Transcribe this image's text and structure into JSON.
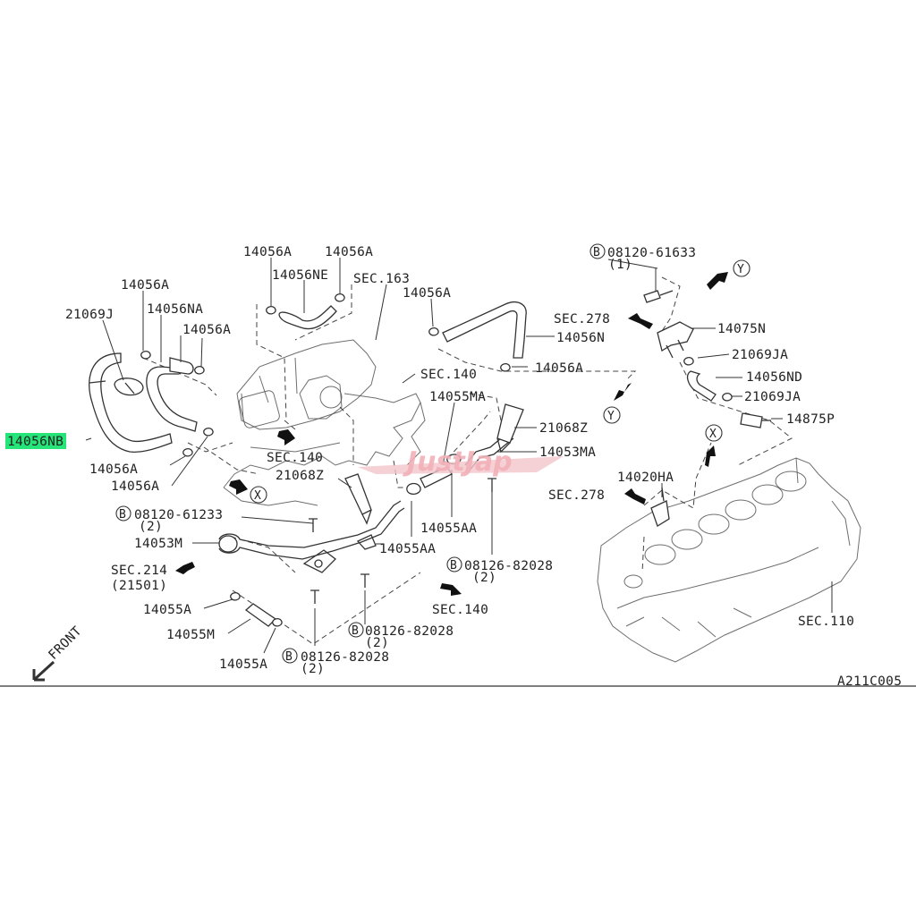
{
  "diagram": {
    "code": "A211C005",
    "front": "FRONT",
    "watermark": "JustJap",
    "highlight_color": "#00e060",
    "labels": {
      "l_14056A_t1": "14056A",
      "l_14056A_t2": "14056A",
      "l_14056NE": "14056NE",
      "l_SEC163": "SEC.163",
      "l_14056A_t3": "14056A",
      "l_14056A_l": "14056A",
      "l_21069J": "21069J",
      "l_14056NA": "14056NA",
      "l_14056A_m": "14056A",
      "l_SEC140_a": "SEC.140",
      "l_14055MA": "14055MA",
      "l_14056A_r": "14056A",
      "l_14056N": "14056N",
      "l_SEC278_a": "SEC.278",
      "l_B08120_61633": "08120-61633",
      "l_qty1": "(1)",
      "l_14075N": "14075N",
      "l_21069JA_a": "21069JA",
      "l_14056ND": "14056ND",
      "l_21069JA_b": "21069JA",
      "l_14875P": "14875P",
      "l_14056NB": "14056NB",
      "l_21068Z_r": "21068Z",
      "l_14053MA": "14053MA",
      "l_14056A_b1": "14056A",
      "l_14056A_b2": "14056A",
      "l_SEC140_b": "SEC.140",
      "l_21068Z_l": "21068Z",
      "l_14020HA": "14020HA",
      "l_SEC278_b": "SEC.278",
      "l_B08120_61233": "08120-61233",
      "l_qty2_a": "(2)",
      "l_14053M": "14053M",
      "l_14055AA_a": "14055AA",
      "l_14055AA_b": "14055AA",
      "l_B08126_82028_a": "08126-82028",
      "l_qty2_b": "(2)",
      "l_SEC214": "SEC.214",
      "l_21501": "(21501)",
      "l_SEC140_c": "SEC.140",
      "l_14055A_a": "14055A",
      "l_14055M": "14055M",
      "l_B08126_82028_b": "08126-82028",
      "l_qty2_c": "(2)",
      "l_14055A_b": "14055A",
      "l_B08126_82028_c": "08126-82028",
      "l_qty2_d": "(2)",
      "l_SEC110": "SEC.110",
      "mark_X": "X",
      "mark_Y": "Y",
      "mark_B": "B"
    }
  }
}
